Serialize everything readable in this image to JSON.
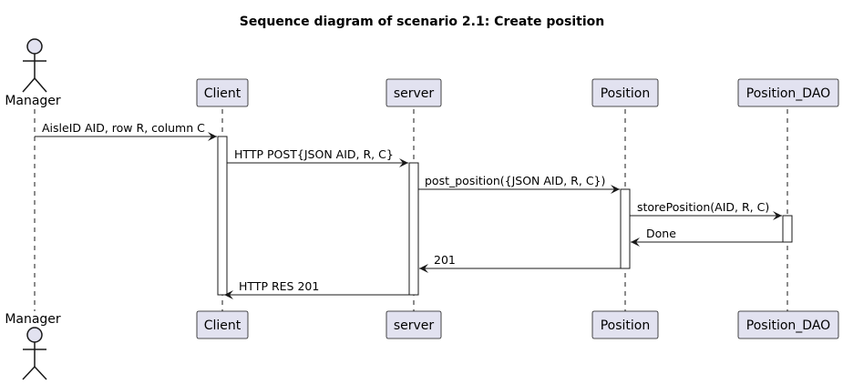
{
  "title": "Sequence diagram of scenario 2.1: Create position",
  "actor": {
    "name": "Manager"
  },
  "participants": [
    "Client",
    "server",
    "Position",
    "Position_DAO"
  ],
  "messages": [
    {
      "from": "Manager",
      "to": "Client",
      "label": "AisleID AID, row R, column C",
      "dir": "right"
    },
    {
      "from": "Client",
      "to": "server",
      "label": "HTTP POST{JSON AID, R, C}",
      "dir": "right"
    },
    {
      "from": "server",
      "to": "Position",
      "label": "post_position({JSON AID, R, C})",
      "dir": "right"
    },
    {
      "from": "Position",
      "to": "Position_DAO",
      "label": "storePosition(AID, R, C)",
      "dir": "right"
    },
    {
      "from": "Position_DAO",
      "to": "Position",
      "label": "Done",
      "dir": "left"
    },
    {
      "from": "Position",
      "to": "server",
      "label": "201",
      "dir": "left"
    },
    {
      "from": "server",
      "to": "Client",
      "label": "HTTP RES 201",
      "dir": "left"
    }
  ],
  "colors": {
    "participant_fill": "#e2e2f0",
    "participant_border": "#181818",
    "activation_fill": "#ffffff",
    "lifeline": "#181818",
    "arrow": "#181818"
  }
}
